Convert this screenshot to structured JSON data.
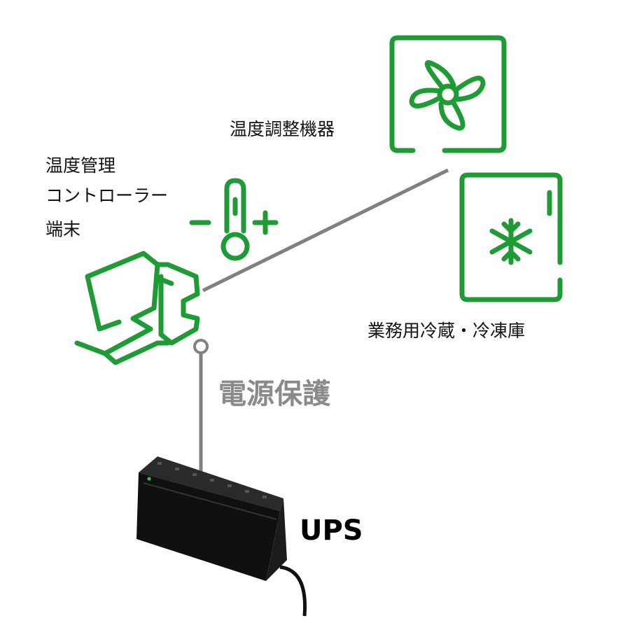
{
  "labels": {
    "hvac": "温度調整機器",
    "controller": [
      "温度管理",
      "コントローラー",
      "端末"
    ],
    "fridge": "業務用冷蔵・冷凍庫",
    "power_protection": "電源保護",
    "ups": "UPS"
  },
  "colors": {
    "icon_green": "#1e9b35",
    "line_gray": "#808080",
    "protection_text": "#8a8a8a"
  }
}
